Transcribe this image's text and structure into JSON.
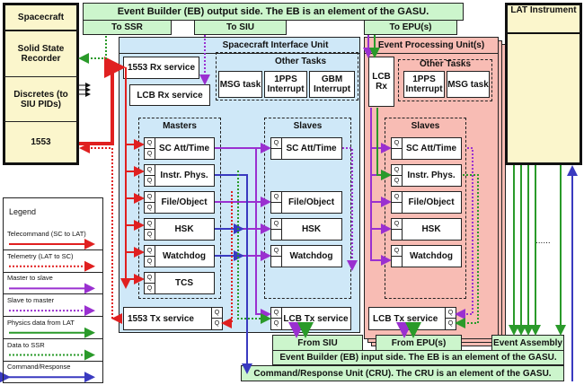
{
  "spacecraft": {
    "title": "Spacecraft",
    "ssr": "Solid State Recorder",
    "discretes": "Discretes (to SIU PIDs)",
    "bus": "1553"
  },
  "eb_output": {
    "title": "Event Builder (EB) output side.  The EB is an element of the GASU.",
    "to_ssr": "To SSR",
    "to_siu": "To SIU",
    "to_epu": "To EPU(s)"
  },
  "siu": {
    "title": "Spacecraft Interface Unit",
    "rx_1553": "1553 Rx service",
    "lcb_rx": "LCB Rx service",
    "other_tasks": {
      "title": "Other Tasks",
      "items": [
        "MSG task",
        "1PPS Interrupt",
        "GBM Interrupt"
      ]
    },
    "masters": {
      "title": "Masters",
      "items": [
        "SC Att/Time",
        "Instr. Phys.",
        "File/Object",
        "HSK",
        "Watchdog",
        "TCS"
      ]
    },
    "slaves": {
      "title": "Slaves",
      "items": [
        "SC Att/Time",
        "File/Object",
        "HSK",
        "Watchdog"
      ]
    },
    "tx_1553": "1553 Tx service",
    "lcb_tx": "LCB Tx service"
  },
  "epu": {
    "title": "Event Processing Unit(s)",
    "lcb_rx": "LCB Rx",
    "other_tasks": {
      "title": "Other Tasks",
      "items": [
        "1PPS Interrupt",
        "MSG task"
      ]
    },
    "slaves": {
      "title": "Slaves",
      "items": [
        "SC Att/Time",
        "Instr. Phys.",
        "File/Object",
        "HSK",
        "Watchdog"
      ]
    },
    "lcb_tx": "LCB Tx service"
  },
  "queue_label": "Q",
  "lat": {
    "title": "LAT Instrument",
    "ellipsis": "......"
  },
  "eb_input": {
    "from_siu": "From SIU",
    "from_epu": "From EPU(s)",
    "event_assembly": "Event Assembly",
    "title": "Event Builder (EB) input side.  The EB is an element of the GASU."
  },
  "cru": {
    "title": "Command/Response Unit (CRU).  The CRU is an element of the GASU."
  },
  "legend": {
    "title": "Legend",
    "items": [
      {
        "label": "Telecommand (SC to LAT)",
        "color": "#e02020",
        "style": "solid"
      },
      {
        "label": "Telemetry (LAT to SC)",
        "color": "#e02020",
        "style": "dotted"
      },
      {
        "label": "Master to slave",
        "color": "#9a30d0",
        "style": "solid"
      },
      {
        "label": "Slave to master",
        "color": "#9a30d0",
        "style": "dotted"
      },
      {
        "label": "Physics data from LAT",
        "color": "#2a9a2a",
        "style": "solid"
      },
      {
        "label": "Data to SSR",
        "color": "#2a9a2a",
        "style": "dotted"
      },
      {
        "label": "Command/Response",
        "color": "#3a3ac0",
        "style": "double"
      }
    ]
  },
  "colors": {
    "siu_bg": "#cfe8f8",
    "epu_bg": "#f8bcb4",
    "gasu_bg": "#ccf5cc",
    "sc_bg": "#fbf6cc"
  }
}
